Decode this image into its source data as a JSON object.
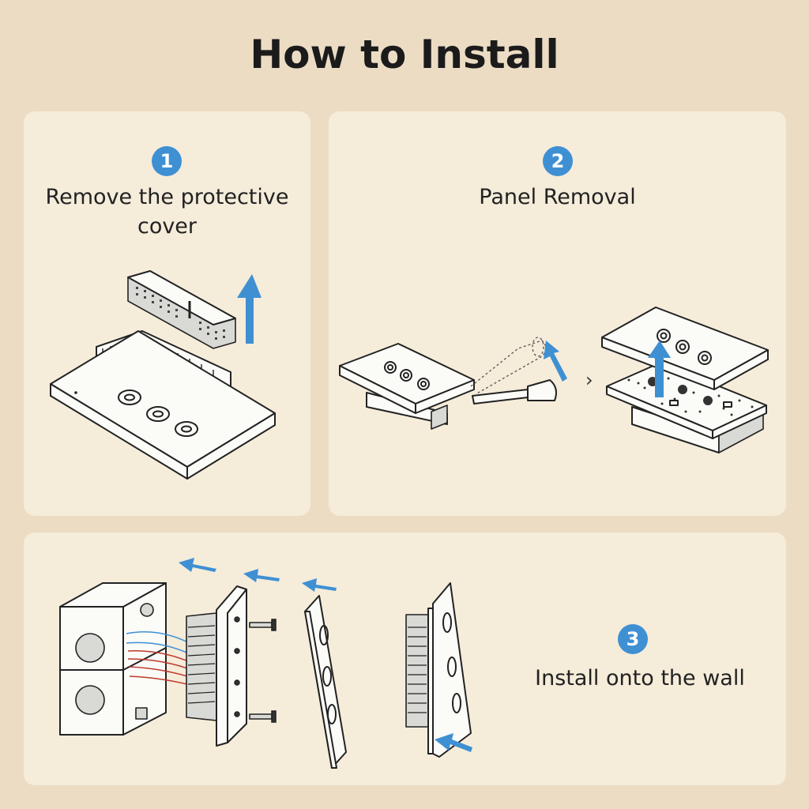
{
  "title": "How to Install",
  "steps": [
    {
      "number": "1",
      "label": "Remove the protective cover"
    },
    {
      "number": "2",
      "label": "Panel Removal"
    },
    {
      "number": "3",
      "label": "Install onto the wall"
    }
  ],
  "step2_separator": "›",
  "colors": {
    "background": "#ecdcc3",
    "card": "#f5ecda",
    "accent": "#3e90d3"
  }
}
